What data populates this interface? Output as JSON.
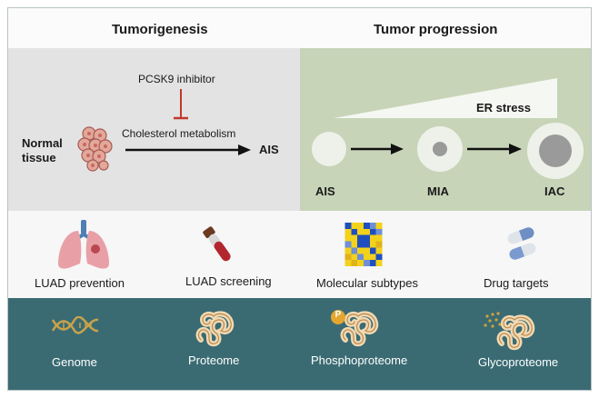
{
  "headers": {
    "left": "Tumorigenesis",
    "right": "Tumor progression"
  },
  "tumorigenesis": {
    "normal_tissue": [
      "Normal",
      "tissue"
    ],
    "inhibitor": "PCSK9 inhibitor",
    "metabolism": "Cholesterol metabolism",
    "outcome": "AIS"
  },
  "progression": {
    "er_stress": "ER stress",
    "stages": [
      "AIS",
      "MIA",
      "IAC"
    ]
  },
  "applications": [
    {
      "label": "LUAD prevention",
      "icon": "lungs-icon"
    },
    {
      "label": "LUAD screening",
      "icon": "blood-tube-icon"
    },
    {
      "label": "Molecular subtypes",
      "icon": "heatmap-icon"
    },
    {
      "label": "Drug targets",
      "icon": "capsules-icon"
    }
  ],
  "omics": [
    {
      "label": "Genome",
      "icon": "dna-icon"
    },
    {
      "label": "Proteome",
      "icon": "protein-icon"
    },
    {
      "label": "Phosphoproteome",
      "icon": "phosphoprotein-icon",
      "badge": "P"
    },
    {
      "label": "Glycoproteome",
      "icon": "glycoprotein-icon"
    }
  ],
  "colors": {
    "tumorigenesis_panel": "#e3e3e3",
    "progression_panel": "#c7d4b8",
    "omics_band": "#3a6b73",
    "inhibitor_bar": "#c0392b"
  }
}
